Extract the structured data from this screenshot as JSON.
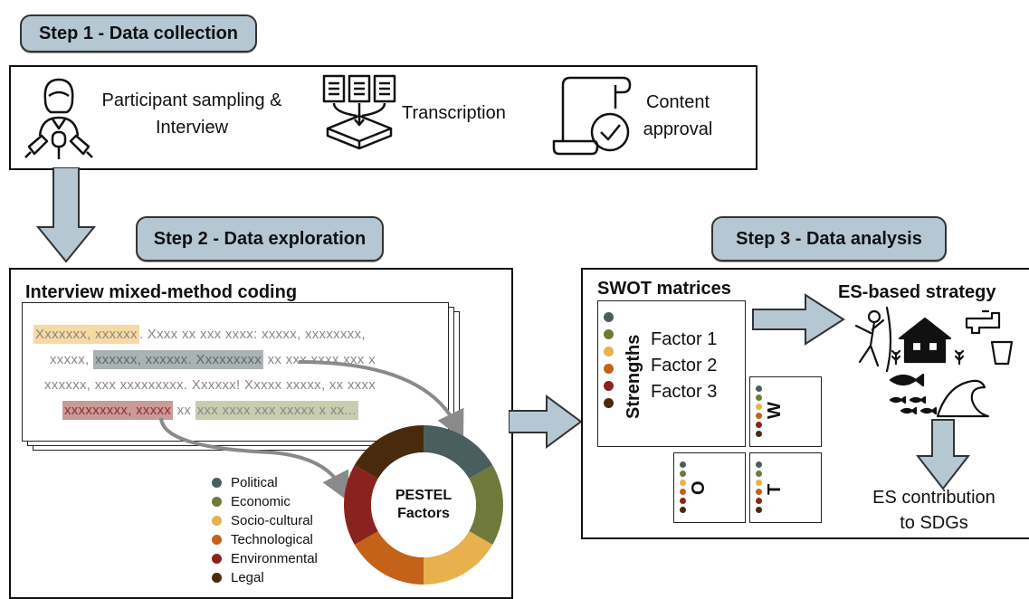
{
  "step1": {
    "label": "Step 1 - Data collection",
    "items": [
      {
        "label": "Participant sampling & Interview",
        "line1": "Participant sampling &",
        "line2": "Interview",
        "icon": "interviewer-icon"
      },
      {
        "label": "Transcription",
        "icon": "transcription-icon"
      },
      {
        "label": "Content approval",
        "line1": "Content",
        "line2": "approval",
        "icon": "approval-scroll-icon"
      }
    ]
  },
  "step2": {
    "label": "Step 2 - Data exploration",
    "panel_title": "Interview mixed-method coding",
    "text_lines": {
      "l1_hl": "Xxxxxxx, xxxxxx",
      "l1_rest": ". Xxxx xx xxx xxxx: xxxxx, xxxxxxxx,",
      "l2_pre": "xxxxx,",
      "l2_hl": "xxxxxx, xxxxxx. Xxxxxxxxx",
      "l2_rest": "xx xxx xxxx xxx x",
      "l3": "xxxxxx, xxx xxxxxxxxx. Xxxxxx! Xxxxx xxxxx, xx xxxx",
      "l4_hl1": "xxxxxxxxx, xxxxx",
      "l4_mid": "xx",
      "l4_hl2": "xxx xxxx xxx xxxxx x xx..."
    },
    "donut_label_line1": "PESTEL",
    "donut_label_line2": "Factors",
    "pestel": [
      {
        "name": "Political",
        "color": "#4a5e60"
      },
      {
        "name": "Economic",
        "color": "#6f7a3a"
      },
      {
        "name": "Socio-cultural",
        "color": "#e8b14e"
      },
      {
        "name": "Technological",
        "color": "#c4621a"
      },
      {
        "name": "Environmental",
        "color": "#8a231e"
      },
      {
        "name": "Legal",
        "color": "#4a2a0c"
      }
    ]
  },
  "step3": {
    "label": "Step 3 - Data analysis",
    "swot_title": "SWOT matrices",
    "strengths": "Strengths",
    "factors": [
      "Factor 1",
      "Factor 2",
      "Factor 3"
    ],
    "w": "W",
    "o": "O",
    "t": "T",
    "strategy_title": "ES-based strategy",
    "contribution_line1": "ES contribution",
    "contribution_line2": "to SDGs"
  }
}
